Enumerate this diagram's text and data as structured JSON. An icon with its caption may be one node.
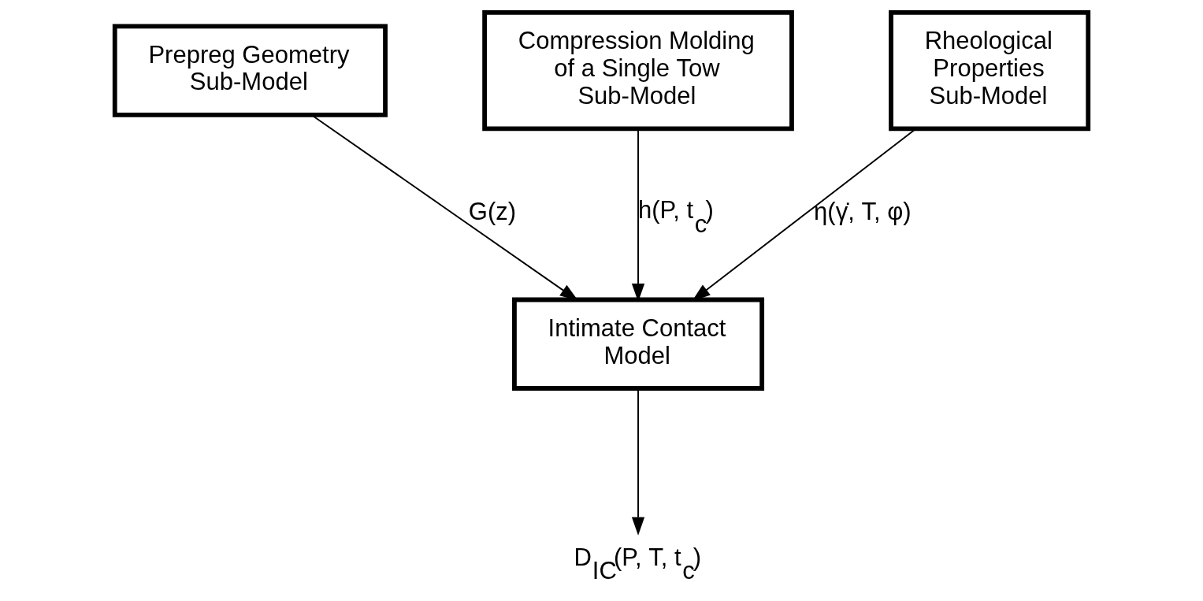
{
  "diagram": {
    "nodes": [
      {
        "text": [
          "Prepreg Geometry Sub-Model"
        ]
      },
      {
        "text": [
          "Compression Molding of a Single Tow Sub-Model"
        ]
      },
      {
        "text": [
          "Rheological Properties Sub-Model"
        ]
      },
      {
        "text": [
          "Intimate Contact Model"
        ]
      },
      {
        "text": [
          "D$_{IC}$(P, T, t$_{c}$)"
        ]
      }
    ],
    "edges": [
      {
        "from": 0,
        "to": 3,
        "arrow": "to",
        "label": "G(z)"
      },
      {
        "from": 1,
        "to": 3,
        "arrow": "to",
        "label": "h(P, t$_{c}$)"
      },
      {
        "from": 2,
        "to": 3,
        "arrow": "to",
        "label": "η(γ̇, T, φ)"
      },
      {
        "from": 3,
        "to": 4,
        "arrow": "to"
      }
    ]
  }
}
